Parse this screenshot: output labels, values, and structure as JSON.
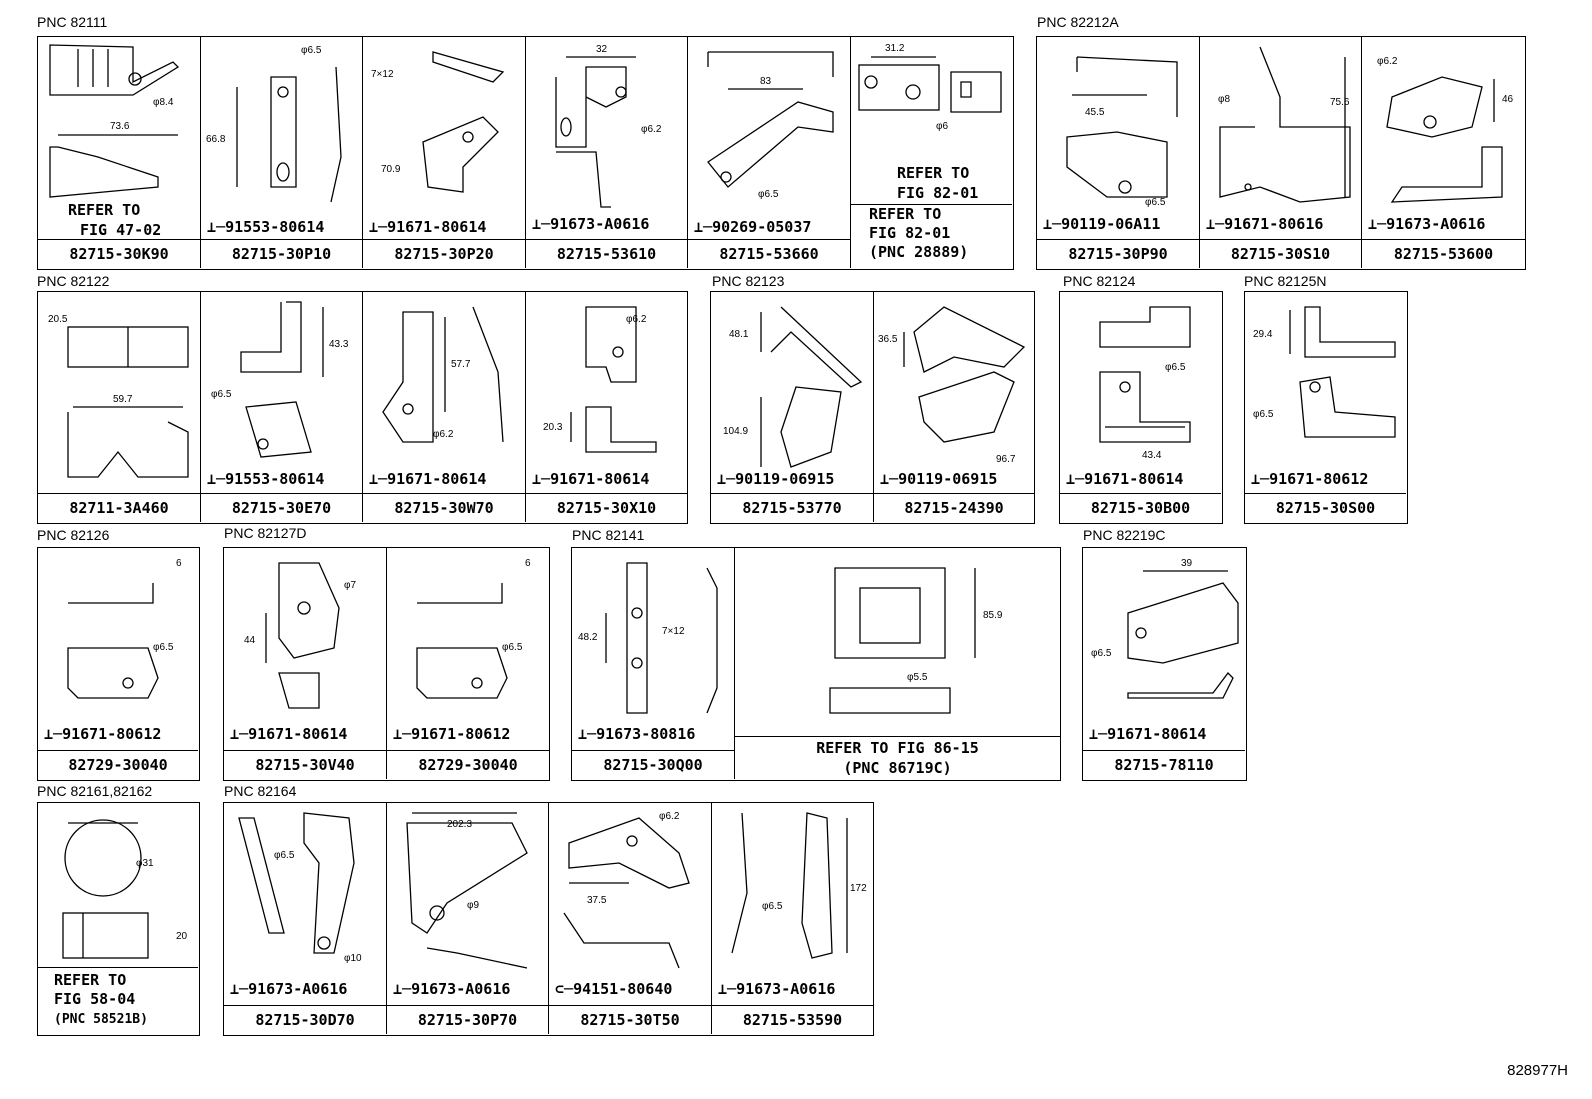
{
  "sections": [
    {
      "pnc": "PNC 82111",
      "cells": [
        {
          "ref": [
            "REFER TO",
            "FIG 47-02"
          ],
          "pn": "82715-30K90",
          "dims": [
            "φ8.4",
            "73.6"
          ]
        },
        {
          "bolt": "91553-80614",
          "pn": "82715-30P10",
          "dims": [
            "φ6.5",
            "66.8"
          ]
        },
        {
          "bolt": "91671-80614",
          "pn": "82715-30P20",
          "dims": [
            "7×12",
            "70.9"
          ]
        },
        {
          "bolt": "91673-A0616",
          "pn": "82715-53610",
          "dims": [
            "32",
            "φ6.2"
          ]
        },
        {
          "bolt": "90269-05037",
          "pn": "82715-53660",
          "dims": [
            "83",
            "φ6.5"
          ]
        },
        {
          "ref": [
            "REFER TO",
            "FIG 82-01"
          ],
          "refb": [
            "REFER TO",
            "FIG 82-01",
            "(PNC 28889)"
          ],
          "dims": [
            "31.2",
            "φ6"
          ]
        }
      ]
    },
    {
      "pnc": "PNC 82212A",
      "cells": [
        {
          "bolt": "90119-06A11",
          "pn": "82715-30P90",
          "dims": [
            "45.5",
            "φ6.5"
          ]
        },
        {
          "bolt": "91671-80616",
          "pn": "82715-30S10",
          "dims": [
            "φ8",
            "75.6"
          ]
        },
        {
          "bolt": "91673-A0616",
          "pn": "82715-53600",
          "dims": [
            "φ6.2",
            "46"
          ]
        }
      ]
    },
    {
      "pnc": "PNC 82122",
      "cells": [
        {
          "pn": "82711-3A460",
          "dims": [
            "20.5",
            "59.7"
          ]
        },
        {
          "bolt": "91553-80614",
          "pn": "82715-30E70",
          "dims": [
            "43.3",
            "φ6.5"
          ]
        },
        {
          "bolt": "91671-80614",
          "pn": "82715-30W70",
          "dims": [
            "57.7",
            "φ6.2"
          ]
        },
        {
          "bolt": "91671-80614",
          "pn": "82715-30X10",
          "dims": [
            "φ6.2",
            "20.3"
          ]
        }
      ]
    },
    {
      "pnc": "PNC 82123",
      "cells": [
        {
          "bolt": "90119-06915",
          "pn": "82715-53770",
          "dims": [
            "48.1",
            "104.9"
          ]
        },
        {
          "bolt": "90119-06915",
          "pn": "82715-24390",
          "dims": [
            "36.5",
            "96.7"
          ]
        }
      ]
    },
    {
      "pnc": "PNC 82124",
      "cells": [
        {
          "bolt": "91671-80614",
          "pn": "82715-30B00",
          "dims": [
            "φ6.5",
            "43.4"
          ]
        }
      ]
    },
    {
      "pnc": "PNC 82125N",
      "cells": [
        {
          "bolt": "91671-80612",
          "pn": "82715-30S00",
          "dims": [
            "29.4",
            "φ6.5"
          ]
        }
      ]
    },
    {
      "pnc": "PNC 82126",
      "cells": [
        {
          "bolt": "91671-80612",
          "pn": "82729-30040",
          "dims": [
            "6",
            "φ6.5"
          ]
        }
      ]
    },
    {
      "pnc": "PNC 82127D",
      "cells": [
        {
          "bolt": "91671-80614",
          "pn": "82715-30V40",
          "dims": [
            "φ7",
            "44"
          ]
        },
        {
          "bolt": "91671-80612",
          "pn": "82729-30040",
          "dims": [
            "6",
            "φ6.5"
          ]
        }
      ]
    },
    {
      "pnc": "PNC 82141",
      "cells": [
        {
          "bolt": "91673-80816",
          "pn": "82715-30Q00",
          "dims": [
            "7×12",
            "48.2"
          ]
        },
        {
          "refc": [
            "REFER TO FIG 86-15",
            "(PNC 86719C)"
          ],
          "dims": [
            "85.9",
            "φ5.5"
          ]
        }
      ]
    },
    {
      "pnc": "PNC 82219C",
      "cells": [
        {
          "bolt": "91671-80614",
          "pn": "82715-78110",
          "dims": [
            "39",
            "φ6.5"
          ]
        }
      ]
    },
    {
      "pnc": "PNC 82161,82162",
      "cells": [
        {
          "refb": [
            "REFER TO",
            "FIG 58-04",
            "(PNC 58521B)"
          ],
          "dims": [
            "φ31",
            "20"
          ]
        }
      ]
    },
    {
      "pnc": "PNC 82164",
      "cells": [
        {
          "bolt": "91673-A0616",
          "pn": "82715-30D70",
          "dims": [
            "φ6.5",
            "φ10"
          ]
        },
        {
          "bolt": "91673-A0616",
          "pn": "82715-30P70",
          "dims": [
            "202.3",
            "φ9"
          ]
        },
        {
          "bolt": "94151-80640",
          "pn": "82715-30T50",
          "dims": [
            "φ6.2",
            "37.5"
          ]
        },
        {
          "bolt": "91673-A0616",
          "pn": "82715-53590",
          "dims": [
            "φ6.5",
            "172"
          ]
        }
      ]
    }
  ],
  "footer": "828977H"
}
